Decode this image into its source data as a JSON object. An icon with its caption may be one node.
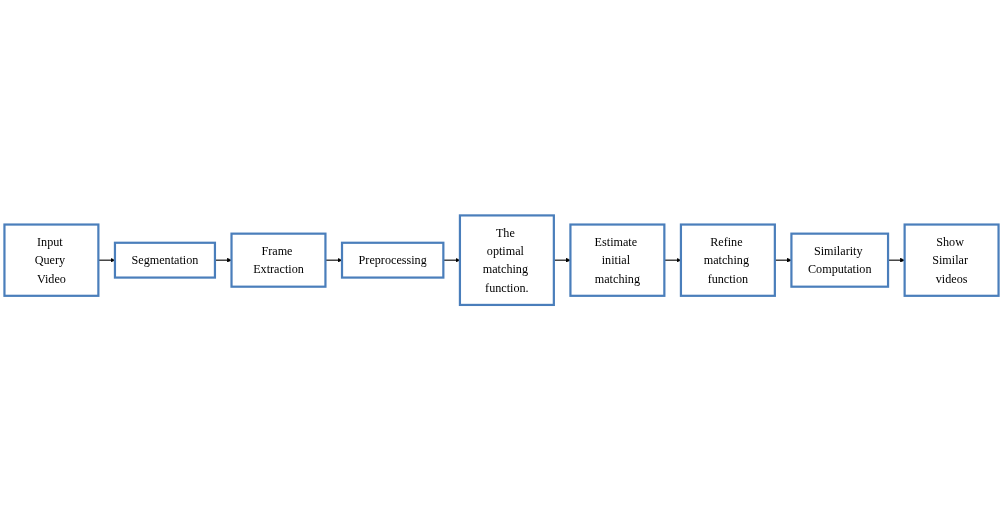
{
  "diagram": {
    "nodes": [
      {
        "text": [
          "Input Query Video"
        ]
      },
      {
        "text": [
          "Segmentation"
        ]
      },
      {
        "text": [
          "Frame Extraction"
        ]
      },
      {
        "text": [
          "Preprocessing"
        ]
      },
      {
        "text": [
          "The optimal matching function."
        ]
      },
      {
        "text": [
          "Estimate initial matching"
        ]
      },
      {
        "text": [
          "Refine matching function"
        ]
      },
      {
        "text": [
          "Similarity Computation"
        ]
      },
      {
        "text": [
          "Show Similar videos"
        ]
      }
    ],
    "edges": [
      {
        "from": 0,
        "to": 1,
        "arrow": "to"
      },
      {
        "from": 1,
        "to": 2,
        "arrow": "to"
      },
      {
        "from": 2,
        "to": 3,
        "arrow": "to"
      },
      {
        "from": 3,
        "to": 4,
        "arrow": "to"
      },
      {
        "from": 4,
        "to": 5,
        "arrow": "to"
      },
      {
        "from": 5,
        "to": 6,
        "arrow": "to"
      },
      {
        "from": 6,
        "to": 7,
        "arrow": "to"
      },
      {
        "from": 7,
        "to": 8,
        "arrow": "to"
      }
    ]
  }
}
